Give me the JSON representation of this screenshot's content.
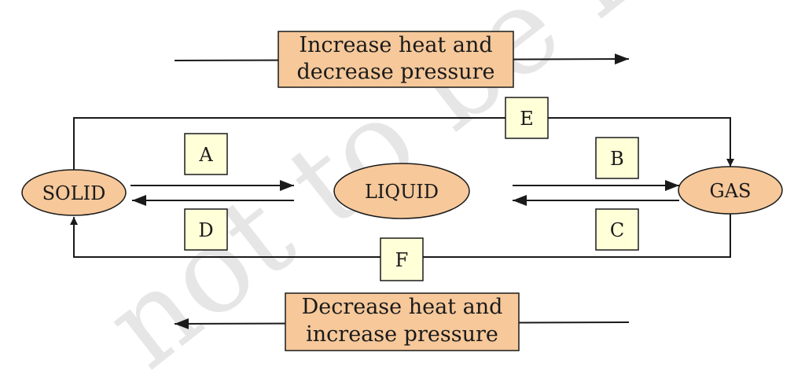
{
  "watermark": "not to be republished",
  "colors": {
    "state_fill": "#f6c89a",
    "condition_fill": "#f6c89a",
    "label_fill": "#ffffd8",
    "stroke": "#1a1a1a"
  },
  "states": {
    "solid": "SOLID",
    "liquid": "LIQUID",
    "gas": "GAS"
  },
  "labels": {
    "a": "A",
    "b": "B",
    "c": "C",
    "d": "D",
    "e": "E",
    "f": "F"
  },
  "conditions": {
    "top": {
      "line1": "Increase heat and",
      "line2": "decrease pressure"
    },
    "bottom": {
      "line1": "Decrease heat and",
      "line2": "increase pressure"
    }
  }
}
